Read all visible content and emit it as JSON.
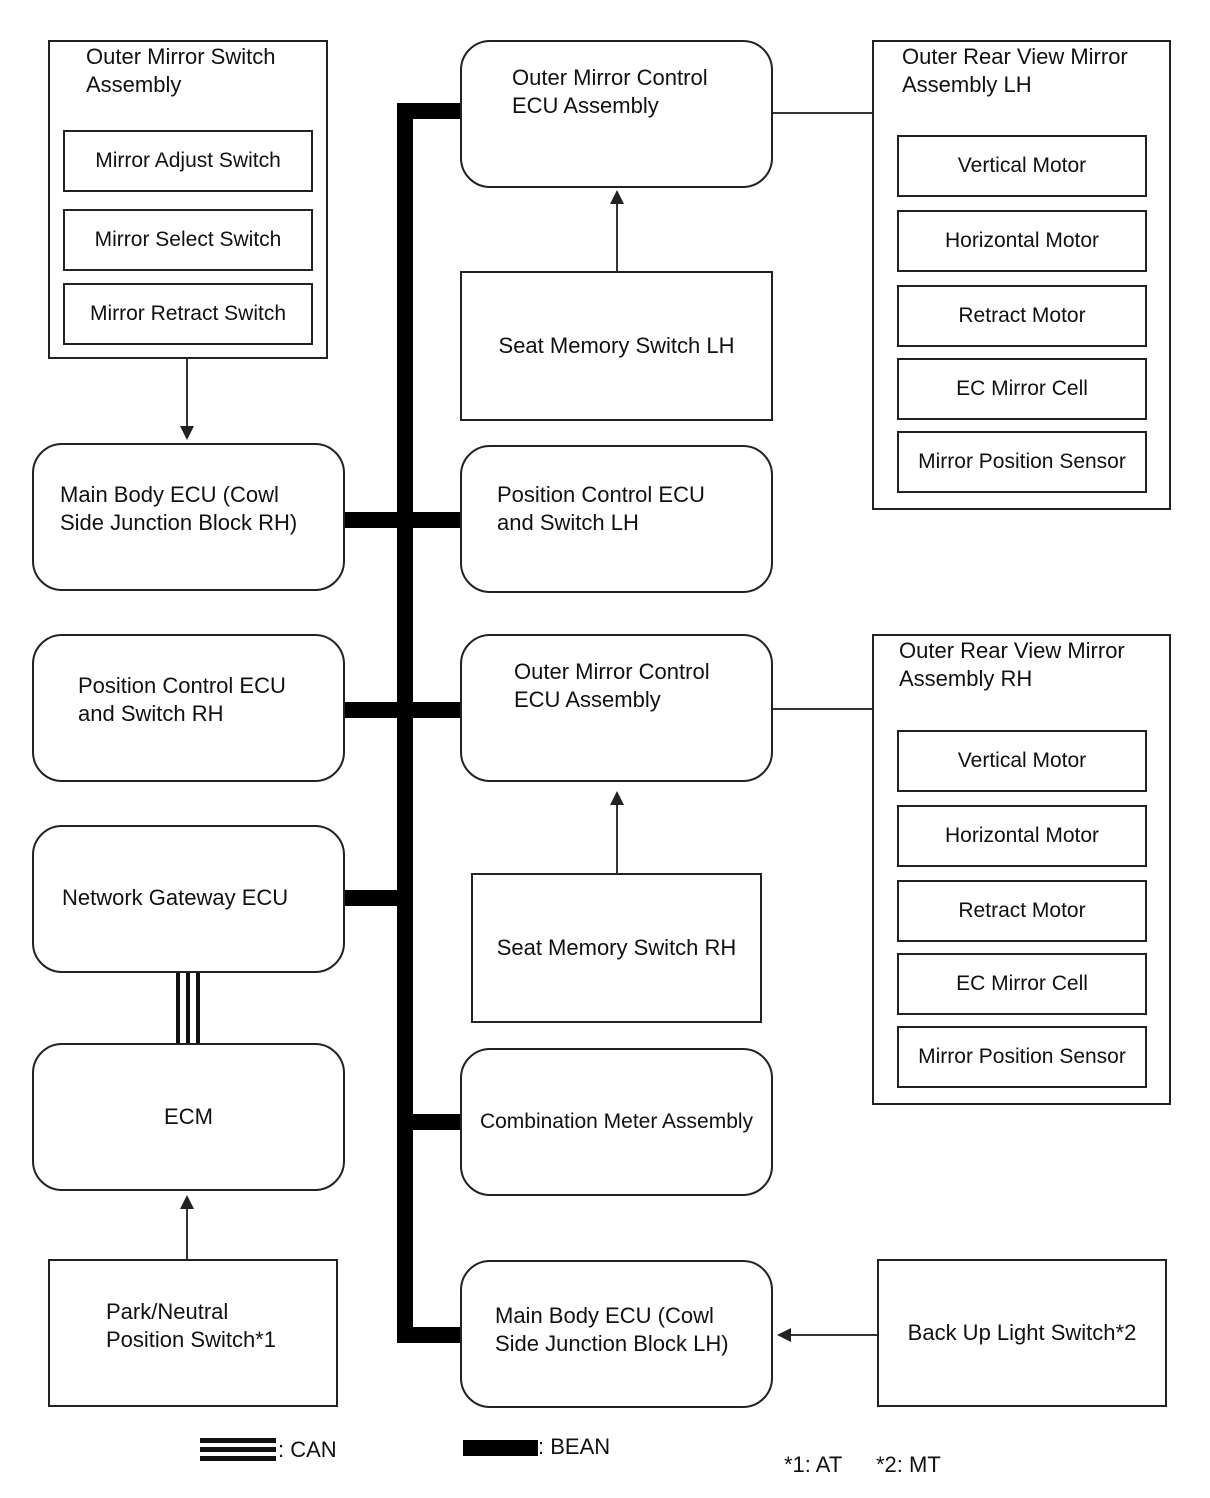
{
  "diagram": {
    "outer_mirror_switch": {
      "title": "Outer Mirror Switch\nAssembly",
      "items": [
        "Mirror Adjust Switch",
        "Mirror Select Switch",
        "Mirror Retract Switch"
      ]
    },
    "main_body_ecu_rh": "Main Body ECU (Cowl\nSide Junction Block RH)",
    "position_control_rh": "Position Control ECU\nand Switch RH",
    "network_gateway": "Network Gateway ECU",
    "ecm": "ECM",
    "park_neutral": "Park/Neutral\nPosition Switch*1",
    "outer_mirror_ecu_lh": "Outer Mirror Control\nECU Assembly",
    "seat_memory_lh": "Seat Memory Switch LH",
    "position_control_lh": "Position Control ECU\nand Switch LH",
    "outer_mirror_ecu_rh": "Outer Mirror Control\nECU Assembly",
    "seat_memory_rh": "Seat Memory Switch RH",
    "combination_meter": "Combination Meter Assembly",
    "main_body_ecu_lh": "Main Body ECU (Cowl\nSide Junction Block LH)",
    "back_up_light": "Back Up Light Switch*2",
    "mirror_lh": {
      "title": "Outer Rear View Mirror\nAssembly LH",
      "items": [
        "Vertical Motor",
        "Horizontal Motor",
        "Retract Motor",
        "EC Mirror Cell",
        "Mirror Position Sensor"
      ]
    },
    "mirror_rh": {
      "title": "Outer Rear View Mirror\nAssembly RH",
      "items": [
        "Vertical Motor",
        "Horizontal Motor",
        "Retract Motor",
        "EC Mirror Cell",
        "Mirror Position Sensor"
      ]
    }
  },
  "legend": {
    "can": ": CAN",
    "bean": ": BEAN",
    "note1": "*1: AT",
    "note2": "*2: MT"
  }
}
